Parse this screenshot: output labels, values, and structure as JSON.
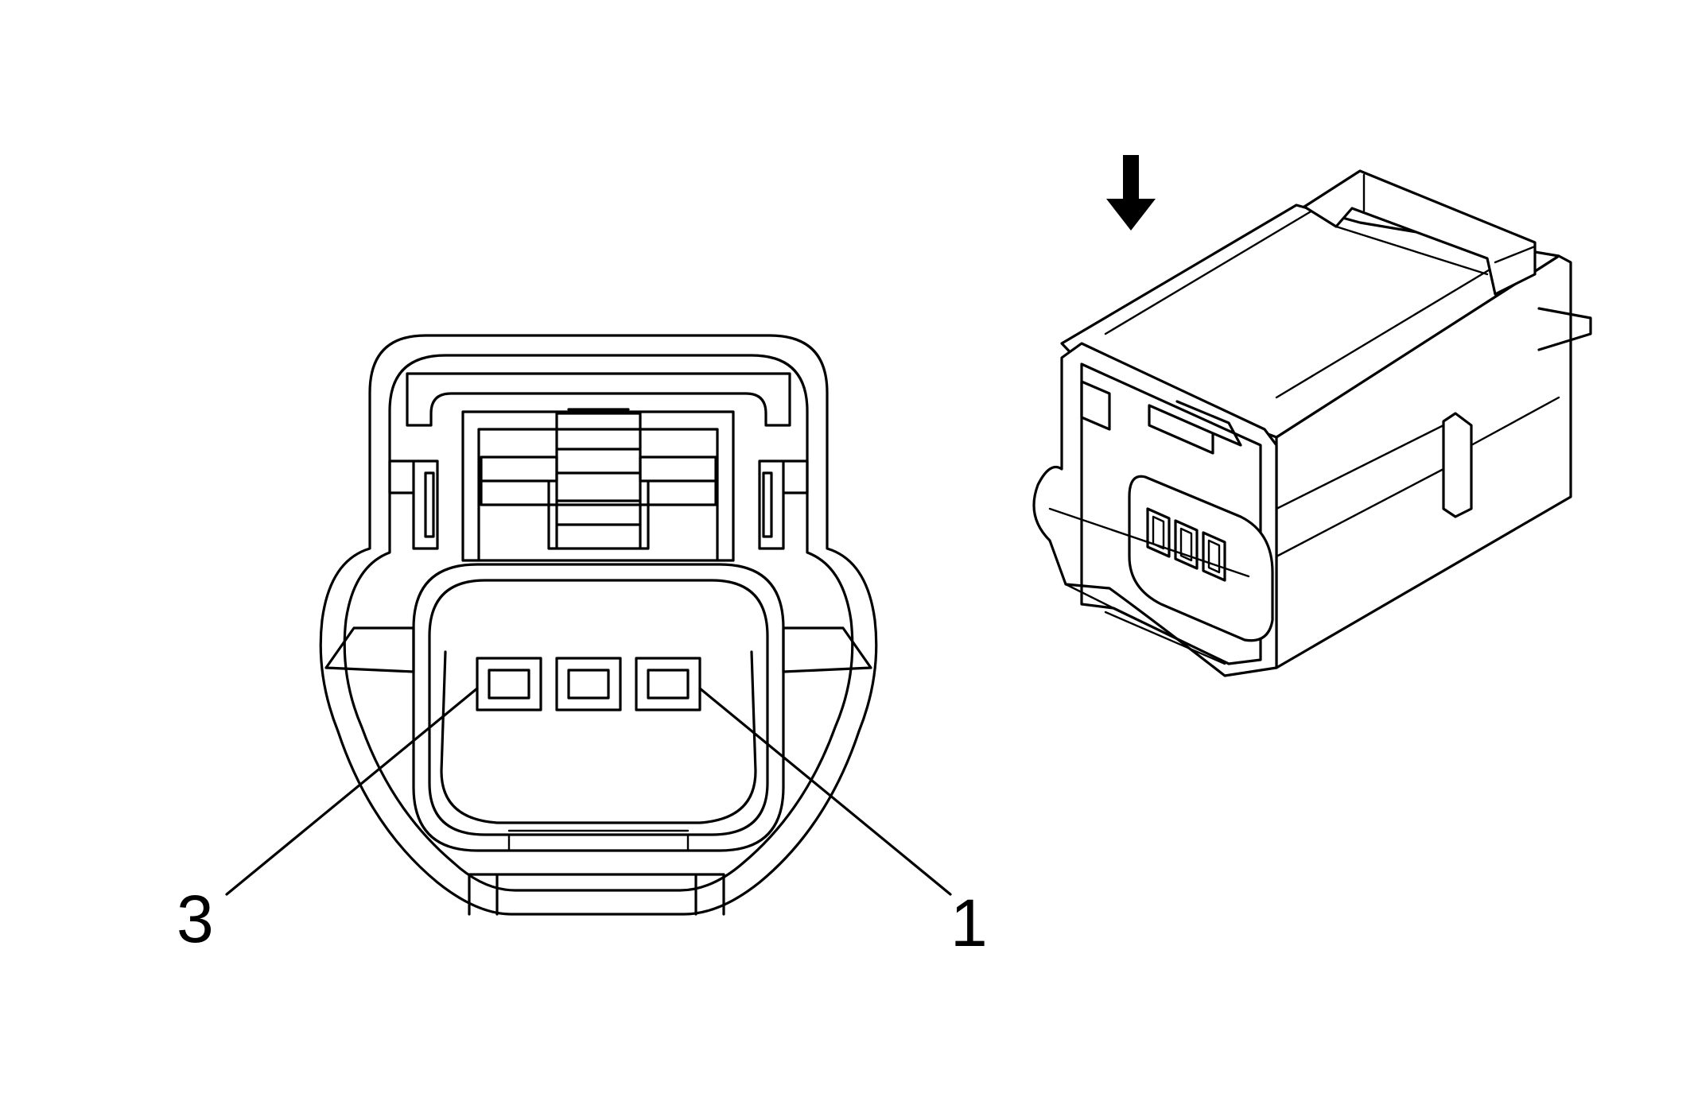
{
  "callouts": [
    {
      "id": "pin-3",
      "label": "3"
    },
    {
      "id": "pin-1",
      "label": "1"
    }
  ],
  "icons": {
    "orientation_arrow": "down-arrow-icon"
  },
  "colors": {
    "line": "#000000",
    "background": "#ffffff"
  }
}
